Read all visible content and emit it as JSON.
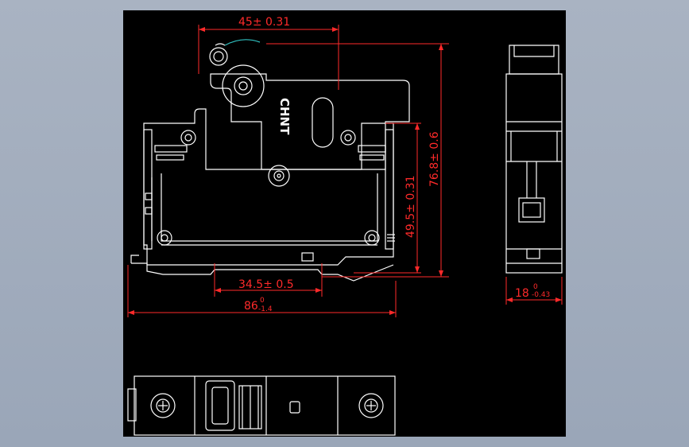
{
  "drawing": {
    "brand_text": "CHNT",
    "colors": {
      "background": "#000000",
      "outline": "#ffffff",
      "dimension": "#ff2a2a",
      "window": "#9aa6b8"
    },
    "dimensions": {
      "top_width": {
        "text": "45± 0.31"
      },
      "height_total": {
        "text": "76.8± 0.6"
      },
      "height_inner": {
        "text": "49.5± 0.31"
      },
      "rail_width": {
        "text": "34.5± 0.5"
      },
      "total_width": {
        "base": "86",
        "upper": "0",
        "lower": "-1.4"
      },
      "side_width": {
        "base": "18",
        "upper": "0",
        "lower": "-0.43"
      }
    }
  }
}
